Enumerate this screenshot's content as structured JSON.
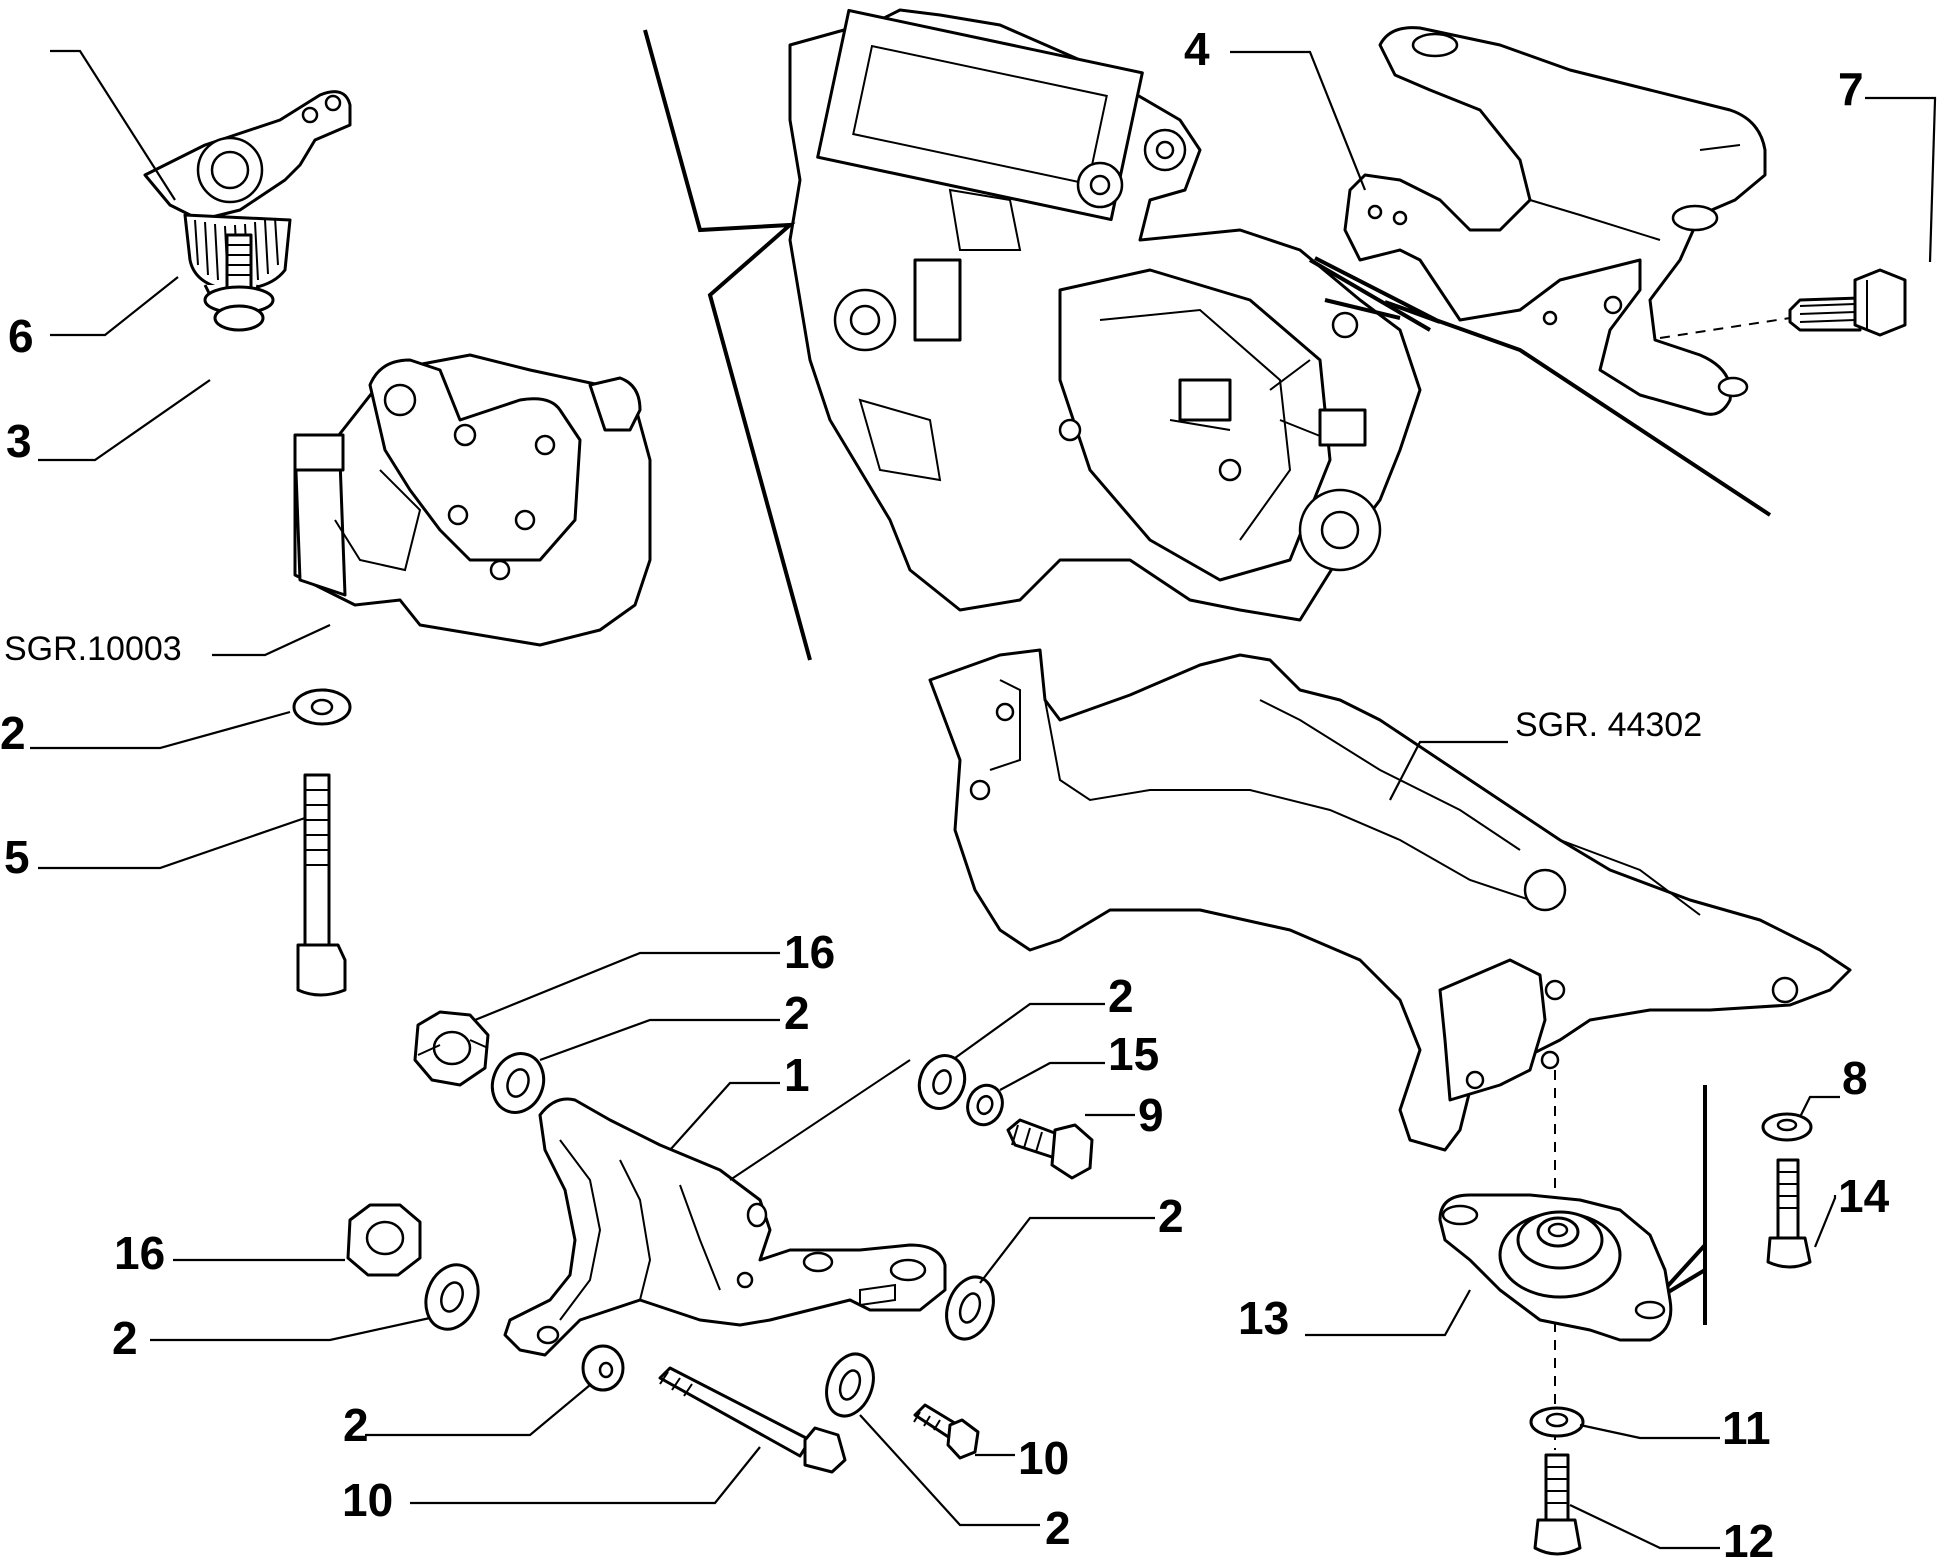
{
  "diagram": {
    "labels": {
      "p1": "1",
      "p2a": "2",
      "p2b": "2",
      "p2c": "2",
      "p2d": "2",
      "p2e": "2",
      "p2f": "2",
      "p2g": "2",
      "p3": "3",
      "p4": "4",
      "p5": "5",
      "p6": "6",
      "p7": "7",
      "p8": "8",
      "p9": "9",
      "p10a": "10",
      "p10b": "10",
      "p11": "11",
      "p12": "12",
      "p13": "13",
      "p14": "14",
      "p15": "15",
      "p16a": "16",
      "p16b": "16",
      "ref_sgr10003": "SGR.10003",
      "ref_sgr44302": "SGR. 44302"
    }
  }
}
